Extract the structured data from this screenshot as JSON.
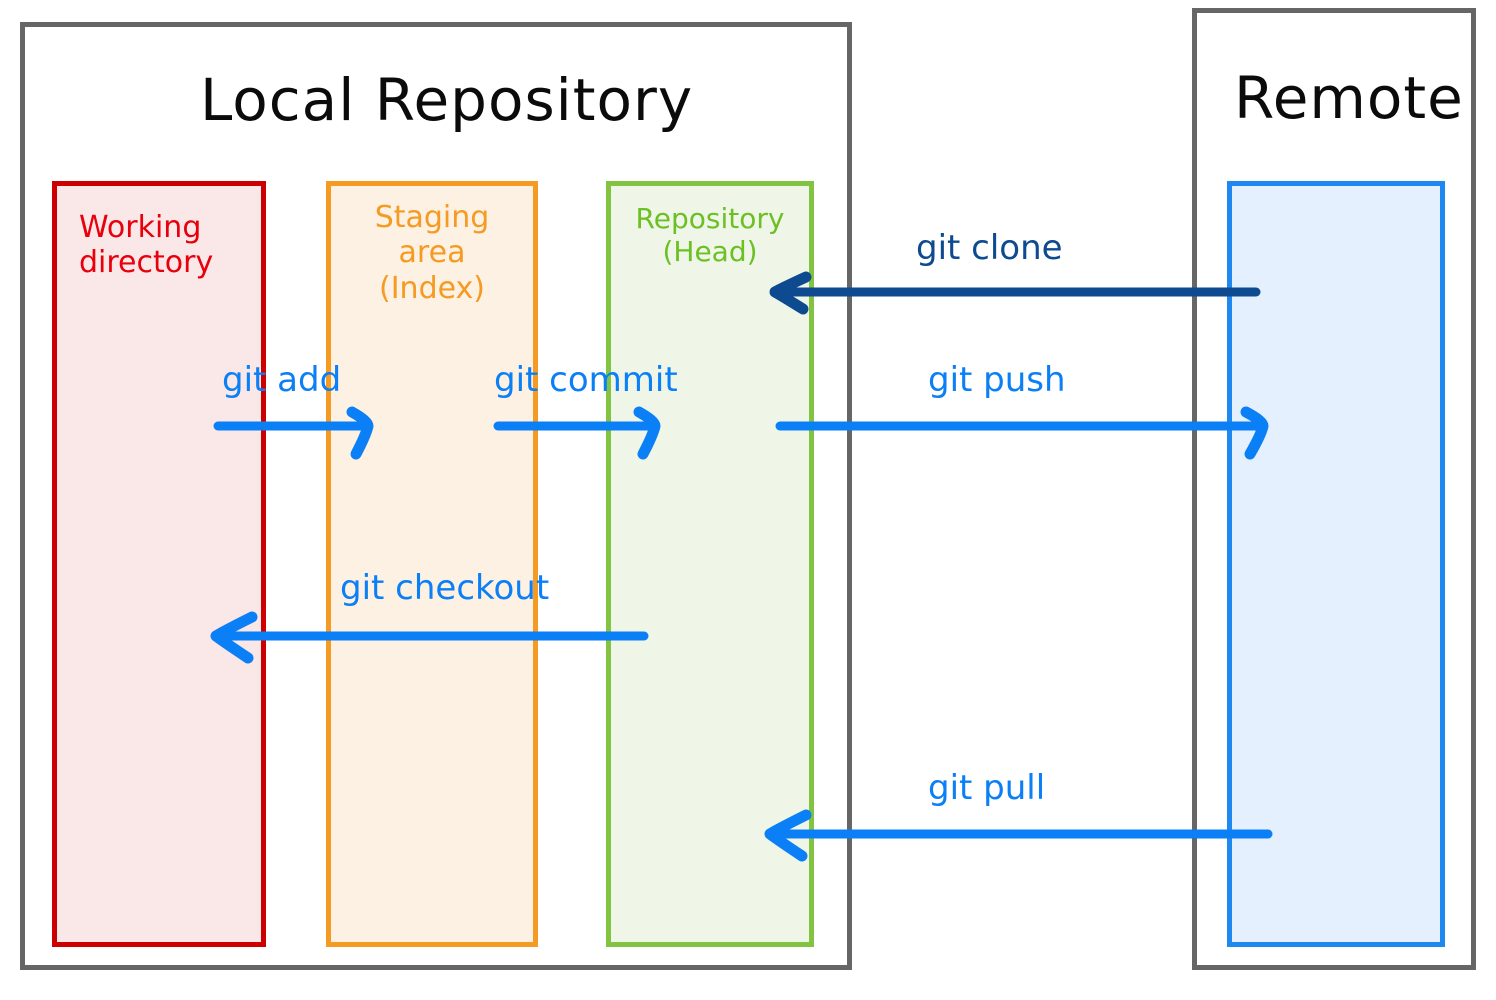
{
  "diagram": {
    "title_local": "Local Repository",
    "title_remote": "Remote",
    "colors": {
      "working": "#cc0000",
      "working_fill": "#fae7e7",
      "staging": "#f59a23",
      "staging_fill": "#fdf1e3",
      "repository": "#82c341",
      "repository_fill": "#eff6e8",
      "remote": "#1e88f0",
      "remote_fill": "#e4f0fd",
      "arrow_blue": "#0b7ff5",
      "arrow_navy": "#0d4a8f",
      "container_border": "#666666"
    },
    "boxes": [
      {
        "id": "working",
        "label": "Working\ndirectory"
      },
      {
        "id": "staging",
        "label": "Staging\narea\n(Index)"
      },
      {
        "id": "repository",
        "label": "Repository\n(Head)"
      },
      {
        "id": "remote",
        "label": ""
      }
    ],
    "arrows": [
      {
        "id": "clone",
        "label": "git clone",
        "direction": "left",
        "color": "#0d4a8f",
        "from": "remote",
        "to": "repository"
      },
      {
        "id": "add",
        "label": "git add",
        "direction": "right",
        "color": "#0b7ff5",
        "from": "working",
        "to": "staging"
      },
      {
        "id": "commit",
        "label": "git commit",
        "direction": "right",
        "color": "#0b7ff5",
        "from": "staging",
        "to": "repository"
      },
      {
        "id": "push",
        "label": "git push",
        "direction": "right",
        "color": "#0b7ff5",
        "from": "repository",
        "to": "remote"
      },
      {
        "id": "checkout",
        "label": "git checkout",
        "direction": "left",
        "color": "#0b7ff5",
        "from": "repository",
        "to": "working"
      },
      {
        "id": "pull",
        "label": "git pull",
        "direction": "left",
        "color": "#0b7ff5",
        "from": "remote",
        "to": "repository"
      }
    ]
  }
}
